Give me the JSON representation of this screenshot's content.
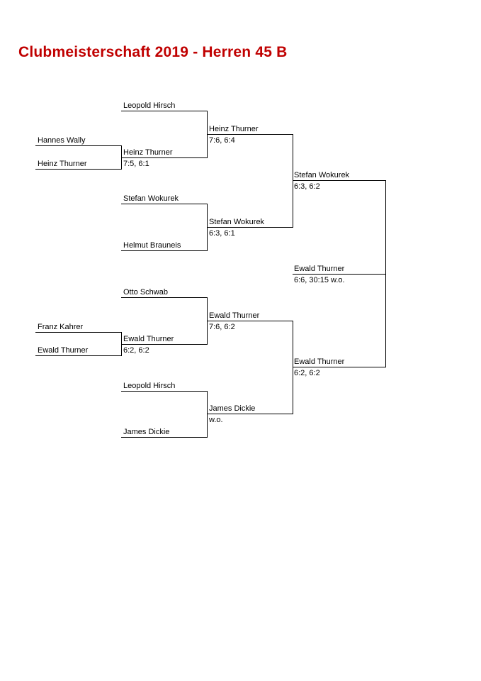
{
  "title": "Clubmeisterschaft 2019 - Herren 45 B",
  "qualifying": {
    "top": {
      "player1": "Hannes Wally",
      "player2": "Heinz Thurner"
    },
    "bottom": {
      "player1": "Franz Kahrer",
      "player2": "Ewald Thurner"
    }
  },
  "round1": [
    {
      "player": "Leopold Hirsch"
    },
    {
      "player": "Heinz Thurner",
      "score": "7:5, 6:1"
    },
    {
      "player": "Stefan Wokurek"
    },
    {
      "player": "Helmut Brauneis"
    },
    {
      "player": "Otto Schwab"
    },
    {
      "player": "Ewald Thurner",
      "score": "6:2, 6:2"
    },
    {
      "player": "Leopold Hirsch"
    },
    {
      "player": "James Dickie"
    }
  ],
  "quarterfinals": [
    {
      "winner": "Heinz Thurner",
      "score": "7:6, 6:4"
    },
    {
      "winner": "Stefan Wokurek",
      "score": "6:3, 6:1"
    },
    {
      "winner": "Ewald Thurner",
      "score": "7:6, 6:2"
    },
    {
      "winner": "James Dickie",
      "score": "w.o."
    }
  ],
  "semifinals": [
    {
      "winner": "Stefan Wokurek",
      "score": "6:3, 6:2"
    },
    {
      "winner": "Ewald Thurner",
      "score": "6:2, 6:2"
    }
  ],
  "final": {
    "winner": "Ewald Thurner",
    "score": "6:6, 30:15 w.o."
  }
}
